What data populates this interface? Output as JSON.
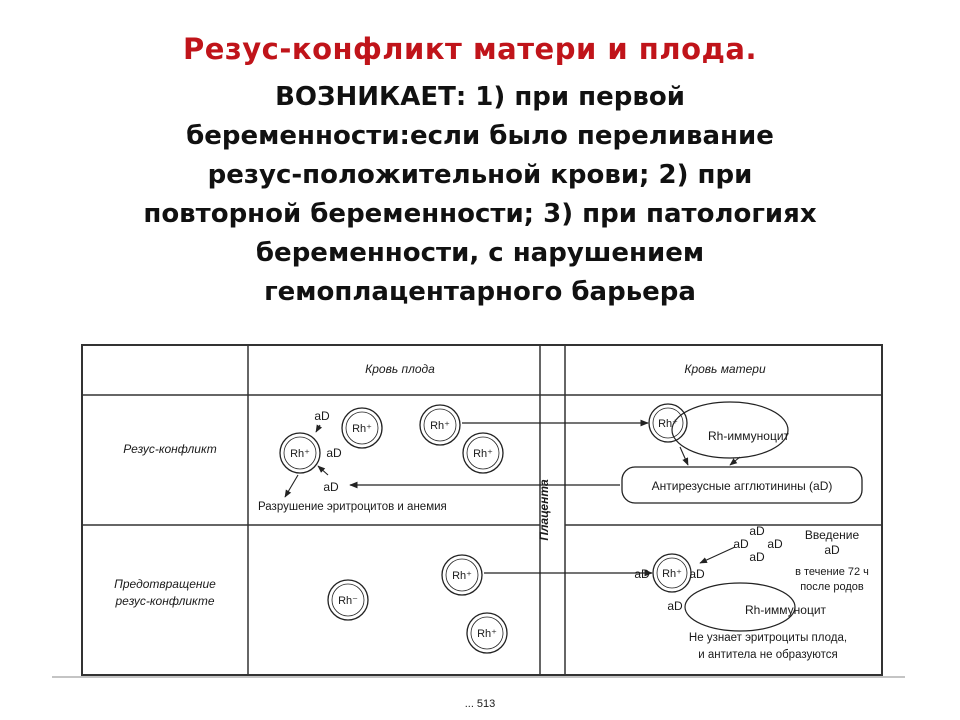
{
  "slide": {
    "title": "Резус-конфликт  матери  и  плода.",
    "body_lines": [
      "ВОЗНИКАЕТ: 1) при первой",
      "беременности:если  было переливание",
      "резус-положительной крови; 2) при",
      "повторной беременности; 3) при патологиях",
      "беременности, с нарушением",
      "гемоплацентарного барьера"
    ]
  },
  "diagram": {
    "header_fetus": "Кровь плода",
    "header_mother": "Кровь матери",
    "placenta": "Плацента",
    "row1_label": "Резус-конфликт",
    "row2_label_line1": "Предотвращение",
    "row2_label_line2": "резус-конфликте",
    "cell_rh_plus": "Rh⁺",
    "cell_rh_minus": "Rh⁻",
    "antibody": "aD",
    "rh_immunocyte": "Rh-иммуноцит",
    "agglutinins": "Антирезусные агглютинины (aD)",
    "destruction": "Разрушение эритроцитов и анемия",
    "injection_line1": "Введение",
    "injection_line2": "aD",
    "injection_line3": "в течение 72 ч",
    "injection_line4": "после родов",
    "no_recognition_line1": "Не узнает эритроциты плода,",
    "no_recognition_line2": "и антитела не образуются"
  },
  "page_number": "... 513"
}
